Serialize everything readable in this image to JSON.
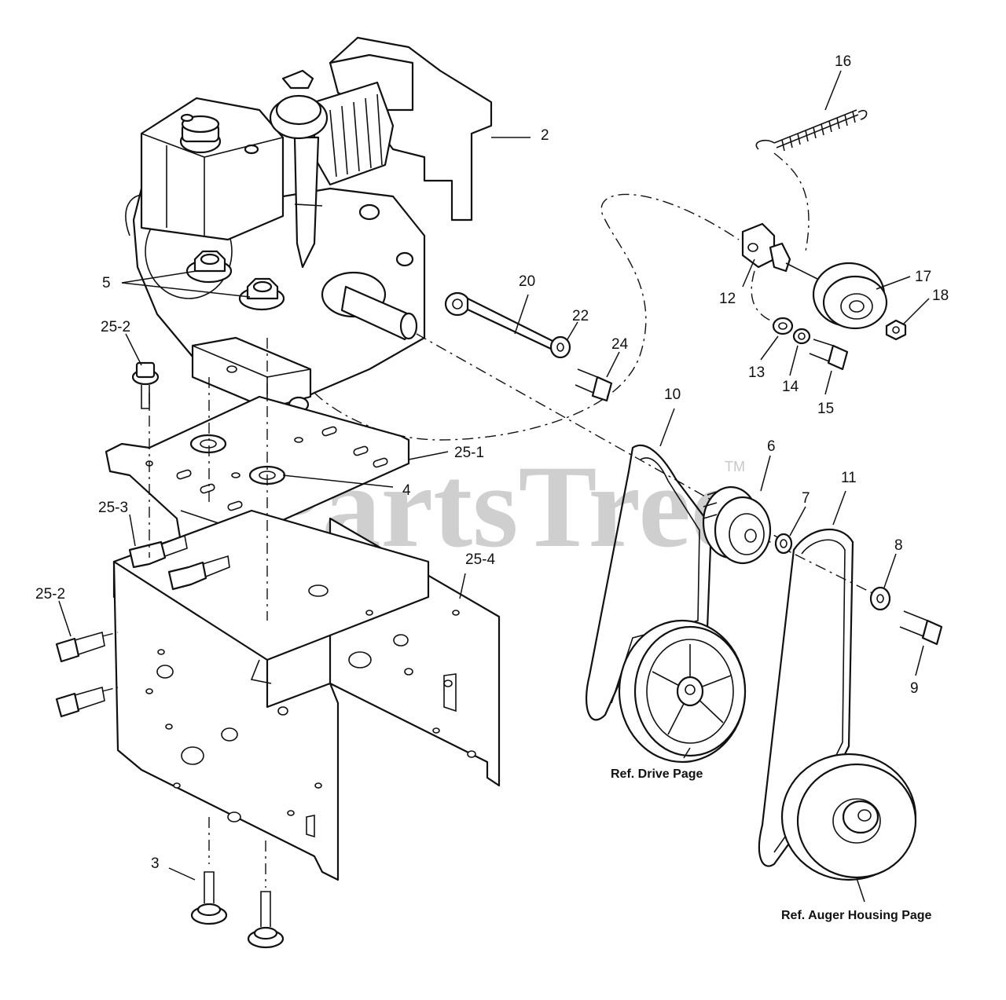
{
  "watermark": {
    "text": "PartsTree",
    "trademark": "TM"
  },
  "callouts": [
    {
      "id": "2",
      "label": "2"
    },
    {
      "id": "3",
      "label": "3"
    },
    {
      "id": "4",
      "label": "4"
    },
    {
      "id": "5",
      "label": "5"
    },
    {
      "id": "6",
      "label": "6"
    },
    {
      "id": "7",
      "label": "7"
    },
    {
      "id": "8",
      "label": "8"
    },
    {
      "id": "9",
      "label": "9"
    },
    {
      "id": "10",
      "label": "10"
    },
    {
      "id": "11",
      "label": "11"
    },
    {
      "id": "12",
      "label": "12"
    },
    {
      "id": "13",
      "label": "13"
    },
    {
      "id": "14",
      "label": "14"
    },
    {
      "id": "15",
      "label": "15"
    },
    {
      "id": "16",
      "label": "16"
    },
    {
      "id": "17",
      "label": "17"
    },
    {
      "id": "18",
      "label": "18"
    },
    {
      "id": "20",
      "label": "20"
    },
    {
      "id": "22",
      "label": "22"
    },
    {
      "id": "24",
      "label": "24"
    },
    {
      "id": "25-1",
      "label": "25-1"
    },
    {
      "id": "25-2a",
      "label": "25-2"
    },
    {
      "id": "25-2b",
      "label": "25-2"
    },
    {
      "id": "25-3",
      "label": "25-3"
    },
    {
      "id": "25-4",
      "label": "25-4"
    }
  ],
  "references": {
    "drive": "Ref. Drive Page",
    "auger": "Ref. Auger Housing Page"
  }
}
